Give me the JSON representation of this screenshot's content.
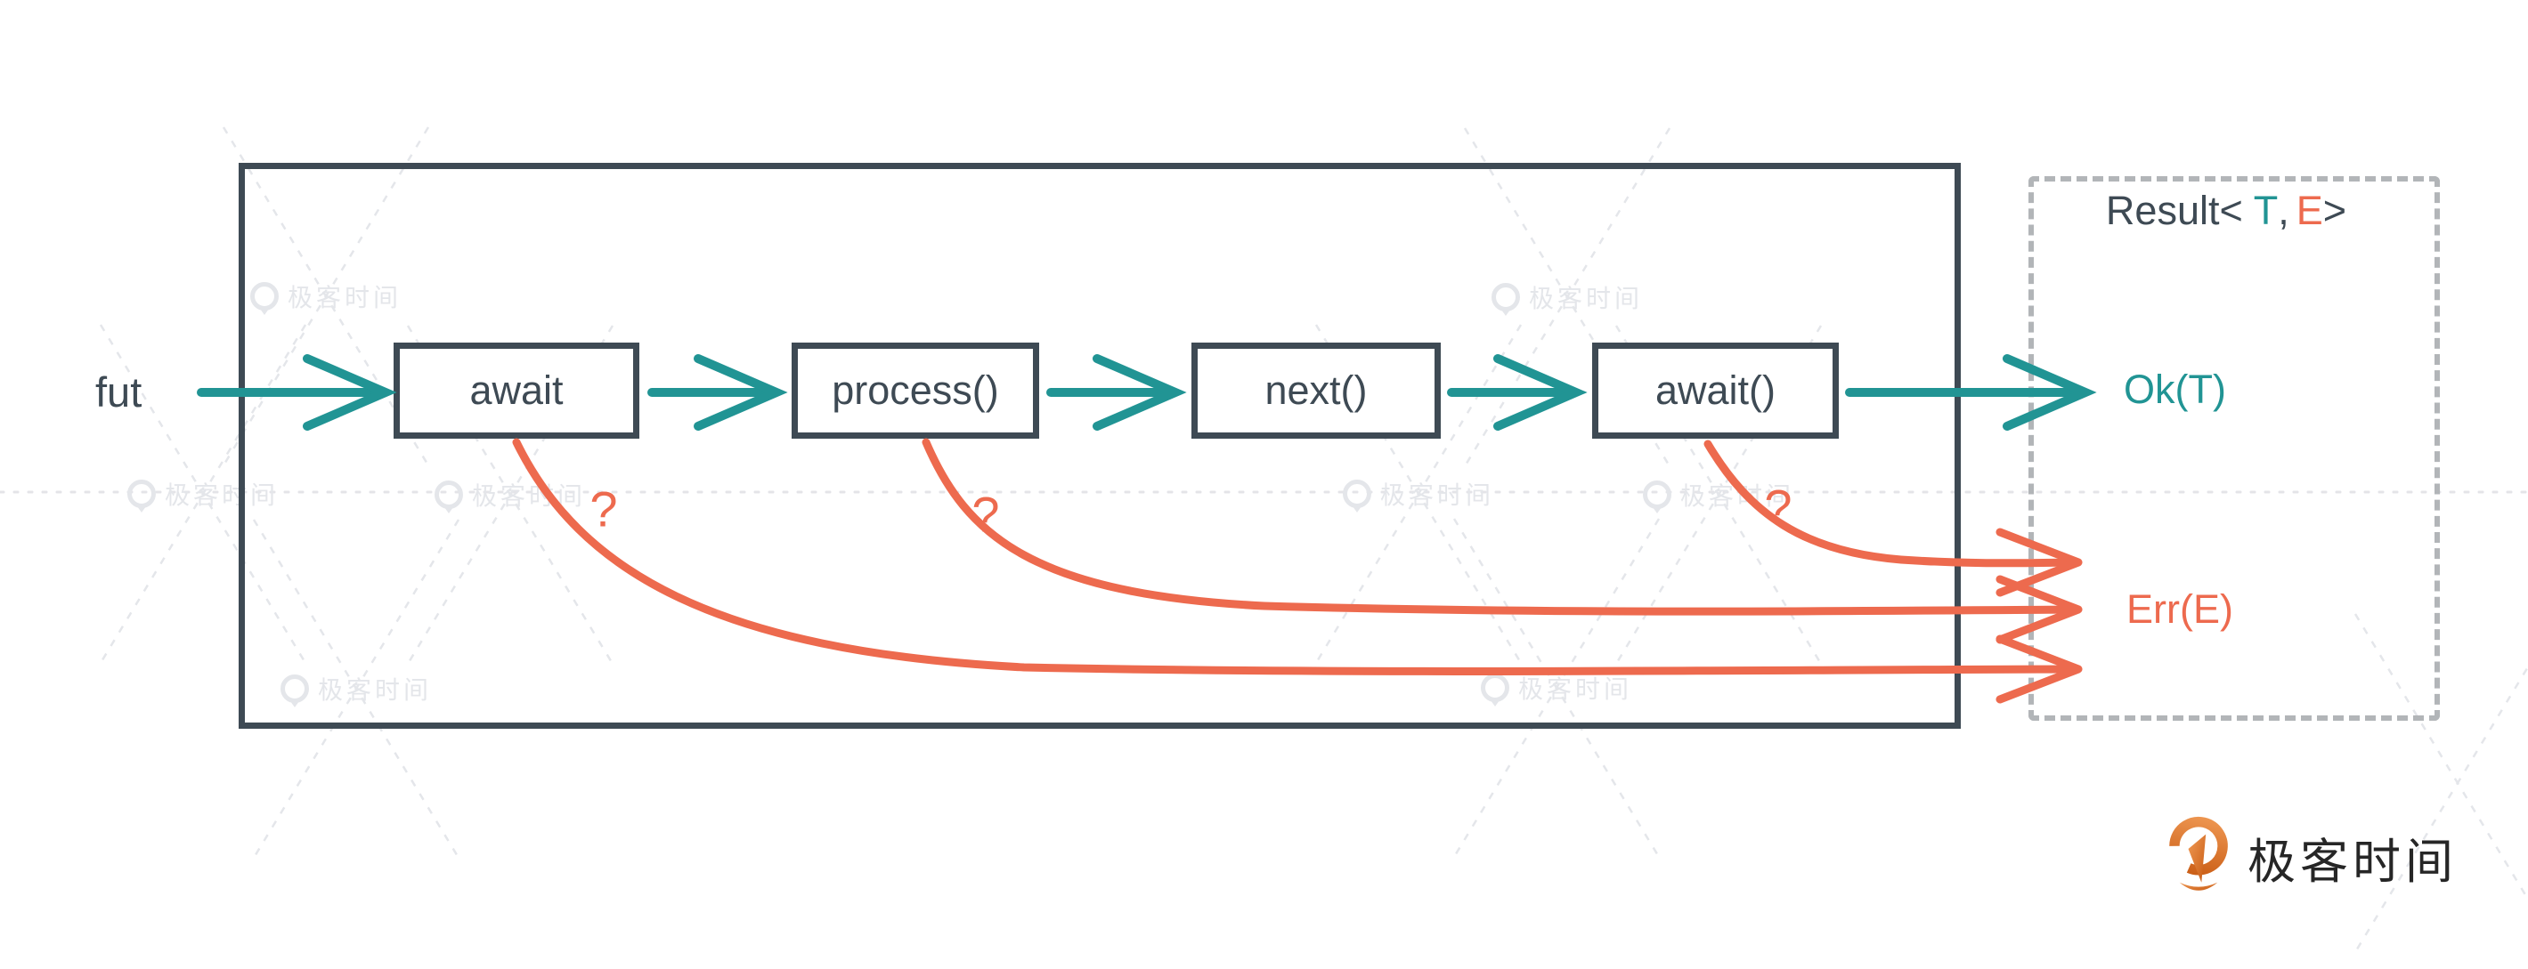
{
  "colors": {
    "teal": "#219494",
    "orange": "#ed6a4e",
    "dark": "#3e4a54",
    "watermark": "#e4e6ea",
    "border_gray": "#b2b5b8",
    "dotted_gray": "#e4e4e8",
    "logo_orange": "#d4651c",
    "logo_text": "#262626"
  },
  "flow": {
    "input_label": "fut",
    "boxes": [
      {
        "label": "await"
      },
      {
        "label": "process()"
      },
      {
        "label": "next()"
      },
      {
        "label": "await()"
      }
    ],
    "question_mark": "?"
  },
  "result": {
    "title_prefix": "Result<",
    "type_ok": "T",
    "comma": ",",
    "type_err": "E",
    "title_suffix": ">",
    "ok_label": "Ok(T)",
    "err_label": "Err(E)"
  },
  "watermark": {
    "text": "极客时间"
  },
  "footer_logo": {
    "text": "极客时间"
  }
}
